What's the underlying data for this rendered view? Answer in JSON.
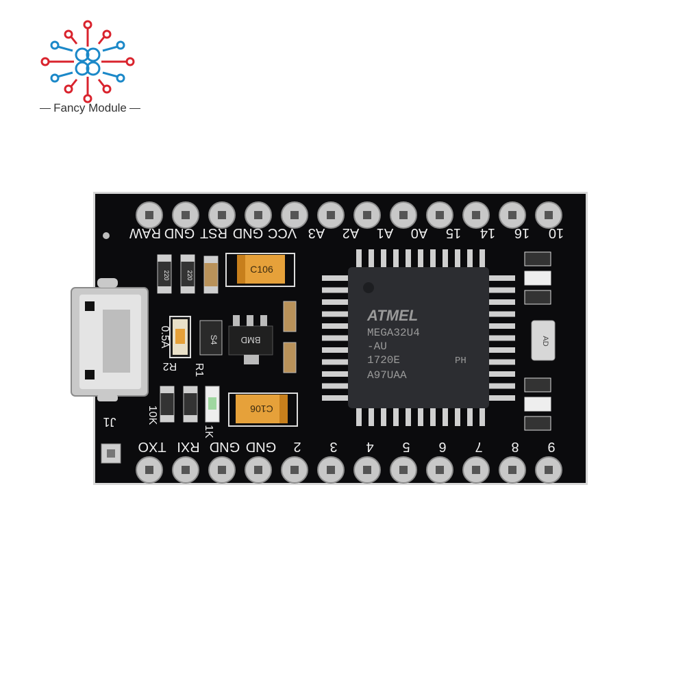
{
  "brand": {
    "name": "Fancy Module",
    "logo_icon": "circuit-logo-icon",
    "colors": {
      "red": "#d9232d",
      "blue": "#1b88c8"
    }
  },
  "board": {
    "top_labels": [
      "RAW",
      "GND",
      "RST",
      "GND",
      "VCC",
      "A3",
      "A2",
      "A1",
      "A0",
      "15",
      "14",
      "16",
      "10"
    ],
    "bottom_labels": [
      "TXO",
      "RXI",
      "GND",
      "GND",
      "2",
      "3",
      "4",
      "5",
      "6",
      "7",
      "8",
      "9"
    ],
    "chip": {
      "logo": "ATMEL",
      "lines": [
        "MEGA32U4",
        "-AU",
        "1720E",
        "A97UAA"
      ],
      "suffix": "PH"
    },
    "capacitor_1": "C106",
    "capacitor_2": "C106",
    "resistor_a": "220",
    "resistor_b": "220",
    "fuse_label": "0.5A",
    "regulator_code": "S4",
    "ic_code": "BMD",
    "r1": "R1",
    "r2": "R2",
    "r_10k": "10K",
    "r_1k": "1K",
    "connector": "J1",
    "crystal": "AD",
    "usb_icon": "micro-usb-port-icon"
  }
}
